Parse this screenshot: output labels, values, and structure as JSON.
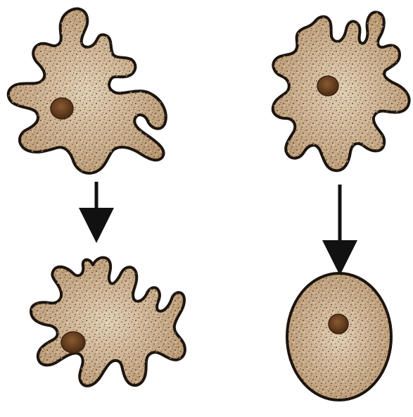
{
  "colors": {
    "background": "#ffffff",
    "cytoplasm": "#c2a27e",
    "cytoplasm_light": "#e2cfb4",
    "membrane": "#1c140e",
    "nucleus": "#6b4020",
    "nucleus_dark": "#3e230f",
    "arrow": "#111111",
    "speckle": "#2a1c12"
  },
  "panels": [
    {
      "state": "amoeboid",
      "arrow_below": true
    },
    {
      "state": "amoeboid",
      "arrow_below": true
    },
    {
      "state": "amoeboid",
      "arrow_below": false
    },
    {
      "state": "rounded",
      "arrow_below": false
    }
  ]
}
